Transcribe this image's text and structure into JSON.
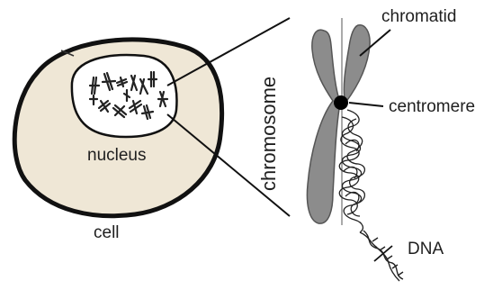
{
  "labels": {
    "chromatid": "chromatid",
    "centromere": "centromere",
    "nucleus": "nucleus",
    "cell": "cell",
    "chromosome": "chromosome",
    "dna": "DNA"
  },
  "colors": {
    "cell_fill": "#efe7d6",
    "outline": "#111111",
    "chromosome_fill": "#8c8c8c",
    "centromere": "#000000",
    "text": "#1f1f1f"
  }
}
